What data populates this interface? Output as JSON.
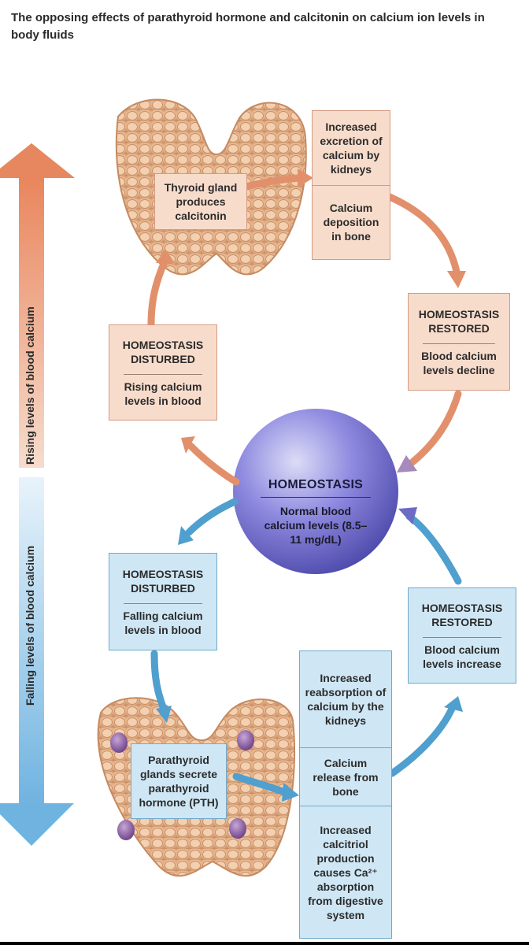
{
  "title": "The opposing effects of parathyroid hormone and calcitonin on calcium ion levels in body fluids",
  "side_labels": {
    "rising": "Rising levels of blood calcium",
    "falling": "Falling levels of blood calcium"
  },
  "center": {
    "heading": "HOMEOSTASIS",
    "text": "Normal blood calcium levels (8.5–11 mg/dL)"
  },
  "top_cycle": {
    "gland_label": "Thyroid gland produces calcitonin",
    "effects": [
      "Increased excretion of calcium by kidneys",
      "Calcium deposition in bone"
    ],
    "restored": {
      "heading": "HOMEOSTASIS RESTORED",
      "text": "Blood calcium levels decline"
    },
    "disturbed": {
      "heading": "HOMEOSTASIS DISTURBED",
      "text": "Rising calcium levels in blood"
    }
  },
  "bottom_cycle": {
    "disturbed": {
      "heading": "HOMEOSTASIS DISTURBED",
      "text": "Falling calcium levels in blood"
    },
    "gland_label": "Parathyroid glands secrete parathyroid hormone (PTH)",
    "effects": [
      "Increased reabsorption of calcium by the kidneys",
      "Calcium release from bone",
      "Increased calcitriol production causes Ca²⁺ absorption from digestive system"
    ],
    "restored": {
      "heading": "HOMEOSTASIS RESTORED",
      "text": "Blood calcium levels increase"
    }
  },
  "colors": {
    "warm_box": "#f8dccb",
    "cool_box": "#cfe7f5",
    "warm_arrow": "#e2906b",
    "cool_arrow": "#4f9fcf",
    "homeostasis_sphere": "#6e6bc4"
  }
}
